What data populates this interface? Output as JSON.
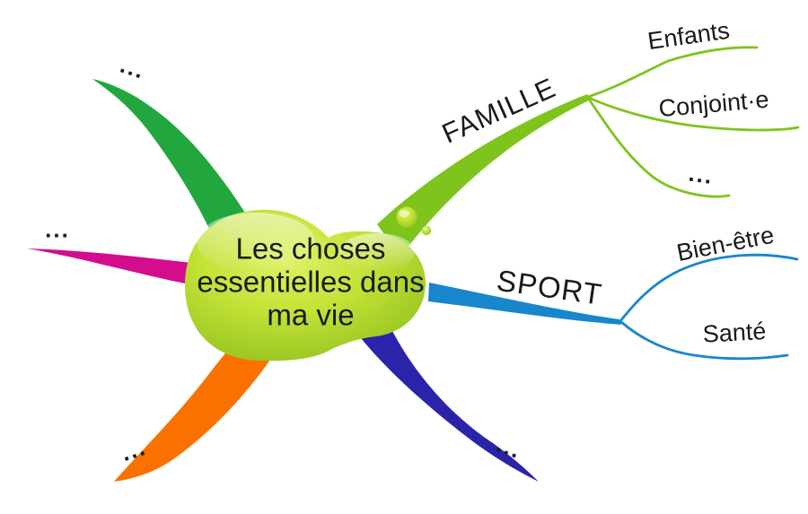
{
  "central_topic": {
    "text": "Les choses\nessentielles dans\nma vie"
  },
  "branches": [
    {
      "label": "FAMILLE",
      "color": "#7ec41d",
      "children": [
        {
          "label": "Enfants"
        },
        {
          "label": "Conjoint·e"
        },
        {
          "label": "..."
        }
      ]
    },
    {
      "label": "SPORT",
      "color": "#1886cb",
      "children": [
        {
          "label": "Bien-être"
        },
        {
          "label": "Santé"
        }
      ]
    },
    {
      "label": "...",
      "color": "#21a73e",
      "children": []
    },
    {
      "label": "...",
      "color": "#d30d8d",
      "children": []
    },
    {
      "label": "...",
      "color": "#fb7100",
      "children": []
    },
    {
      "label": "...",
      "color": "#2b23aa",
      "children": []
    }
  ],
  "blob": {
    "color_light": "#dff167",
    "color_mid": "#c3e236",
    "color_dark": "#8fc01d",
    "text_color": "#1a1a1a"
  }
}
